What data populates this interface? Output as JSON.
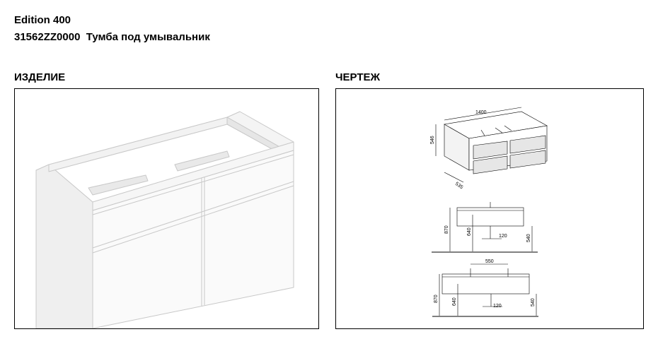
{
  "header": {
    "series": "Edition 400",
    "article": "31562ZZ0000",
    "description": "Тумба под умывальник"
  },
  "sections": {
    "product": "ИЗДЕЛИЕ",
    "drawing": "ЧЕРТЕЖ"
  },
  "dimensions": {
    "width": "1400",
    "height": "546",
    "depth": "535",
    "total_height_1": "870",
    "floor_height_1": "640",
    "siphon_offset_1": "120",
    "right_height_1": "540",
    "spacing": "550",
    "total_height_2": "870",
    "floor_height_2": "640",
    "siphon_offset_2": "120",
    "right_height_2": "540"
  },
  "colors": {
    "border": "#000000",
    "cabinet_front": "#fafafa",
    "cabinet_side": "#ececec",
    "cabinet_line": "#c8c8c8"
  }
}
